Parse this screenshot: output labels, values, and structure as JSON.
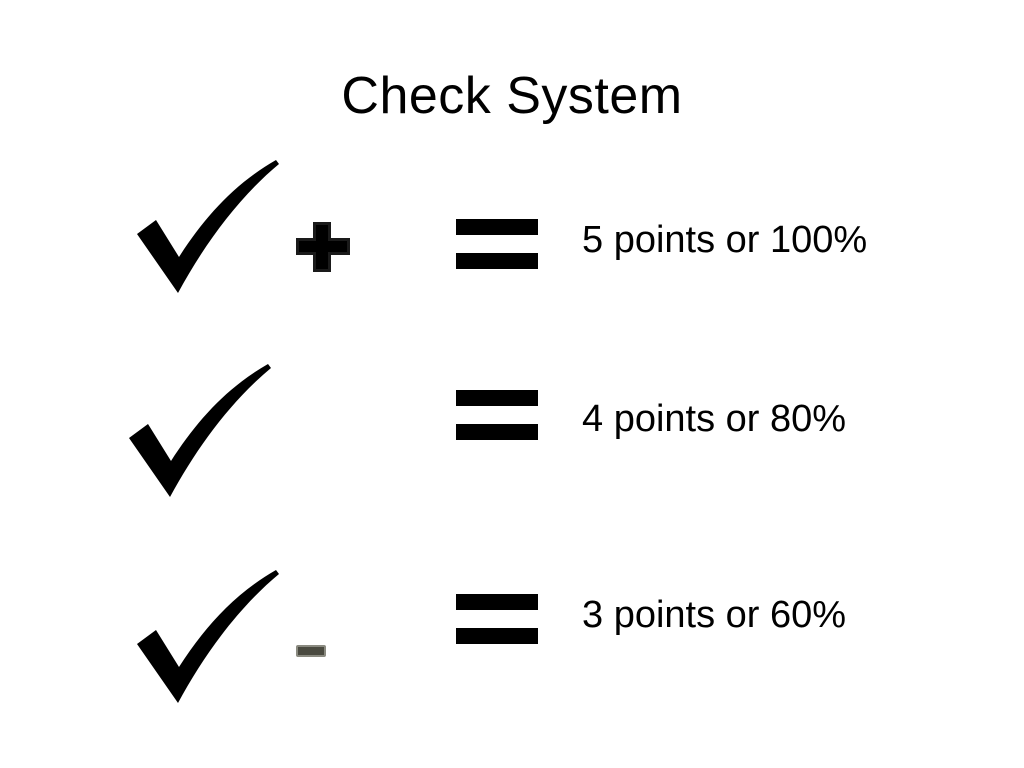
{
  "slide": {
    "title": "Check System",
    "rows": [
      {
        "modifier": "plus-icon",
        "result": "5 points or 100%"
      },
      {
        "modifier": "none",
        "result": "4 points or 80%"
      },
      {
        "modifier": "minus-icon",
        "result": "3 points or 60%"
      }
    ]
  },
  "colors": {
    "background": "#ffffff",
    "ink": "#000000",
    "minus_fill": "#4a4a40"
  },
  "icons": {
    "check": "checkmark-icon",
    "equals": "equals-icon",
    "plus": "plus-icon",
    "minus": "minus-icon"
  }
}
